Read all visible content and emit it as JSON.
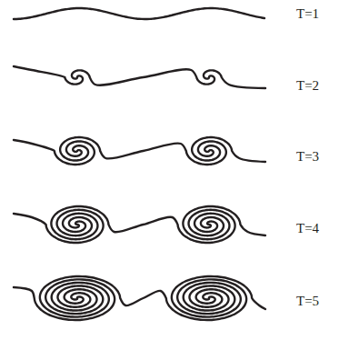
{
  "diagram": {
    "labels": [
      "T=1",
      "T=2",
      "T=3",
      "T=4",
      "T=5"
    ]
  }
}
